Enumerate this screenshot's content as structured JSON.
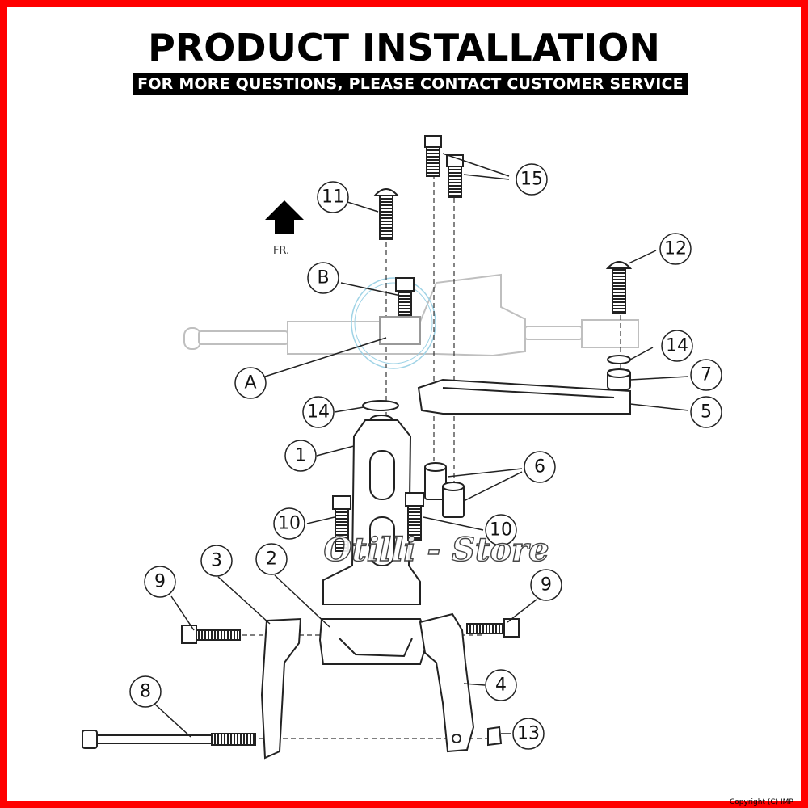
{
  "header": {
    "title": "PRODUCT INSTALLATION",
    "subtitle": "FOR MORE QUESTIONS, PLEASE CONTACT CUSTOMER SERVICE"
  },
  "diagram": {
    "direction_label": "FR.",
    "callouts": [
      "1",
      "2",
      "3",
      "4",
      "5",
      "6",
      "7",
      "8",
      "9",
      "9",
      "10",
      "10",
      "11",
      "12",
      "13",
      "14",
      "14",
      "15",
      "A",
      "B"
    ],
    "watermark": "Otilli - Store"
  },
  "footer": {
    "copyright": "Copyright (C) IMP"
  },
  "colors": {
    "border": "#ff0000",
    "banner": "#000000",
    "line": "#333333",
    "ghost": "#bfbfbf",
    "highlight": "#9fd3e6"
  }
}
